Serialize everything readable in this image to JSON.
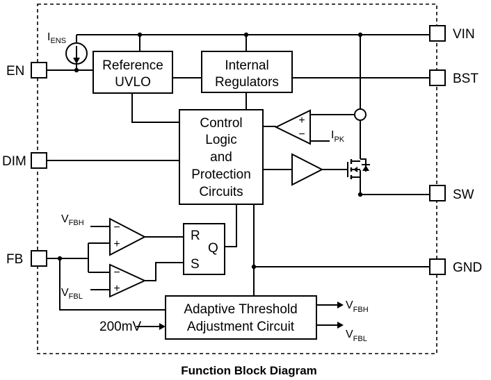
{
  "caption": "Function Block Diagram",
  "blocks": {
    "reference": [
      "Reference",
      "UVLO"
    ],
    "regulators": [
      "Internal",
      "Regulators"
    ],
    "control": [
      "Control",
      "Logic",
      "and",
      "Protection",
      "Circuits"
    ],
    "adaptive": [
      "Adaptive Threshold",
      "Adjustment Circuit"
    ]
  },
  "pins": {
    "vin": "VIN",
    "bst": "BST",
    "sw": "SW",
    "gnd": "GND",
    "en": "EN",
    "dim": "DIM",
    "fb": "FB"
  },
  "labels": {
    "iens": {
      "main": "I",
      "sub": "ENS"
    },
    "ipk": {
      "main": "I",
      "sub": "PK"
    },
    "vfbh_in": {
      "main": "V",
      "sub": "FBH"
    },
    "vfbl_in": {
      "main": "V",
      "sub": "FBL"
    },
    "vfbh_out": {
      "main": "V",
      "sub": "FBH"
    },
    "vfbl_out": {
      "main": "V",
      "sub": "FBL"
    },
    "ref_200mv": "200mV",
    "latch_r": "R",
    "latch_s": "S",
    "latch_q": "Q",
    "plus": "+",
    "minus": "−"
  }
}
